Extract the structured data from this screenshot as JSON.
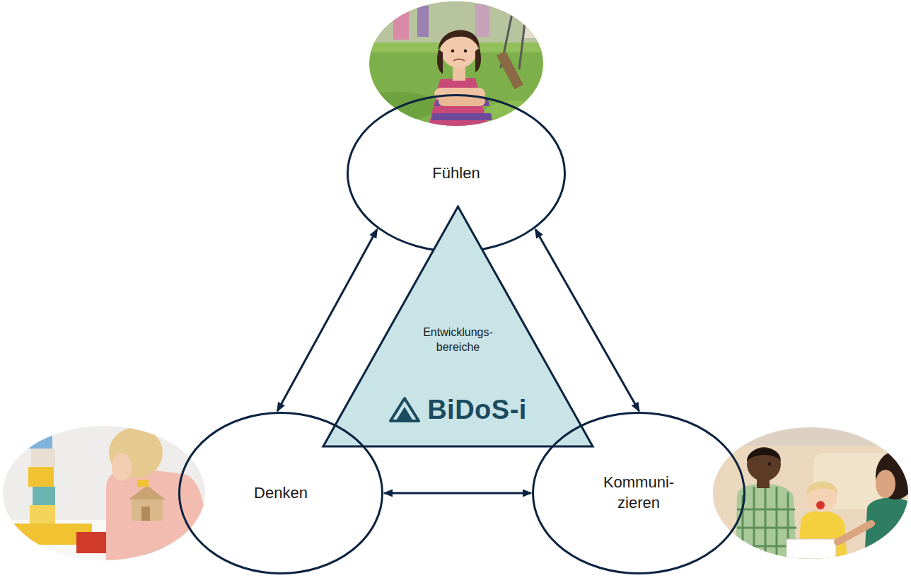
{
  "diagram": {
    "nodes": [
      {
        "text": [
          "Fühlen"
        ]
      },
      {
        "text": [
          "Entwicklungs- bereiche",
          "BiDoS-i"
        ]
      },
      {
        "text": [
          "Denken"
        ]
      },
      {
        "text": [
          "Kommuni- zieren"
        ]
      }
    ],
    "edges": [
      {
        "from": 0,
        "to": 2,
        "arrow": "both"
      },
      {
        "from": 0,
        "to": 3,
        "arrow": "both"
      },
      {
        "from": 2,
        "to": 3,
        "arrow": "both"
      }
    ]
  }
}
